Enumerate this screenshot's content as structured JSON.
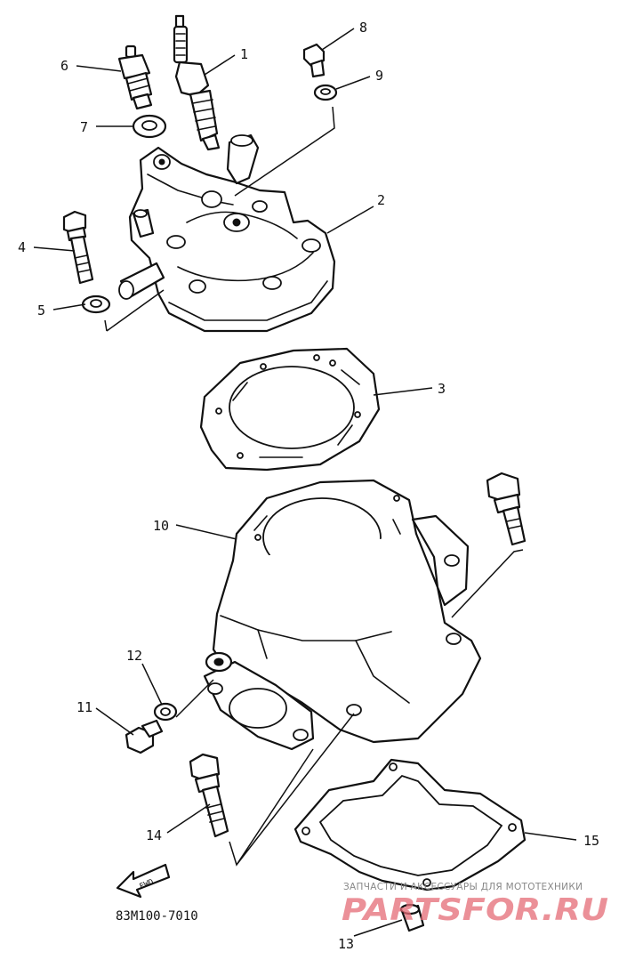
{
  "callouts": [
    {
      "id": "1",
      "label": "1"
    },
    {
      "id": "2",
      "label": "2"
    },
    {
      "id": "3",
      "label": "3"
    },
    {
      "id": "4",
      "label": "4"
    },
    {
      "id": "5",
      "label": "5"
    },
    {
      "id": "6",
      "label": "6"
    },
    {
      "id": "7",
      "label": "7"
    },
    {
      "id": "8",
      "label": "8"
    },
    {
      "id": "9",
      "label": "9"
    },
    {
      "id": "10",
      "label": "10"
    },
    {
      "id": "11",
      "label": "11"
    },
    {
      "id": "12",
      "label": "12"
    },
    {
      "id": "13",
      "label": "13"
    },
    {
      "id": "14",
      "label": "14"
    },
    {
      "id": "15",
      "label": "15"
    }
  ],
  "fwd_label": "FWD",
  "drawing_code": "83M100-7010",
  "watermark": {
    "tagline": "ЗАПЧАСТИ И АКСЕССУАРЫ ДЛЯ МОТОТЕХНИКИ",
    "brand": "PARTSFOR.RU"
  }
}
